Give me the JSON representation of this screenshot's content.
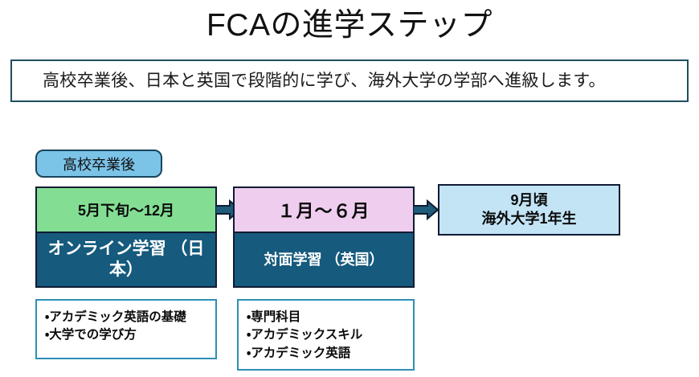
{
  "page": {
    "title": "FCAの進学ステップ",
    "subtitle": "高校卒業後、日本と英国で段階的に学び、海外大学の学部へ進級します。"
  },
  "colors": {
    "title_text": "#111111",
    "banner_border": "#1f4e5f",
    "pill_fill": "#7cc3e8",
    "stage1_head_fill": "#83de93",
    "stage2_head_fill": "#efcdee",
    "stage_body_fill": "#165a7d",
    "final_fill": "#c3e4f5",
    "bullet_border": "#2e8fb5",
    "arrow_fill": "#1f5b7a",
    "box_border": "#0f1b33"
  },
  "diagram": {
    "start_badge": "高校卒業後",
    "stages": [
      {
        "period": "5月下旬〜12月",
        "mode": "オンライン学習\n（日本）",
        "bullets": "・アカデミック英語の基礎\n・大学での学び方"
      },
      {
        "period": "１月〜６月",
        "mode": "対面学習\n（英国）",
        "bullets": "・専門科目\n・アカデミックスキル\n・アカデミック英語"
      }
    ],
    "final": "9月頃\n海外大学1年生",
    "arrows": [
      {
        "name": "arrow-stage1-to-stage2"
      },
      {
        "name": "arrow-stage2-to-final"
      }
    ]
  }
}
